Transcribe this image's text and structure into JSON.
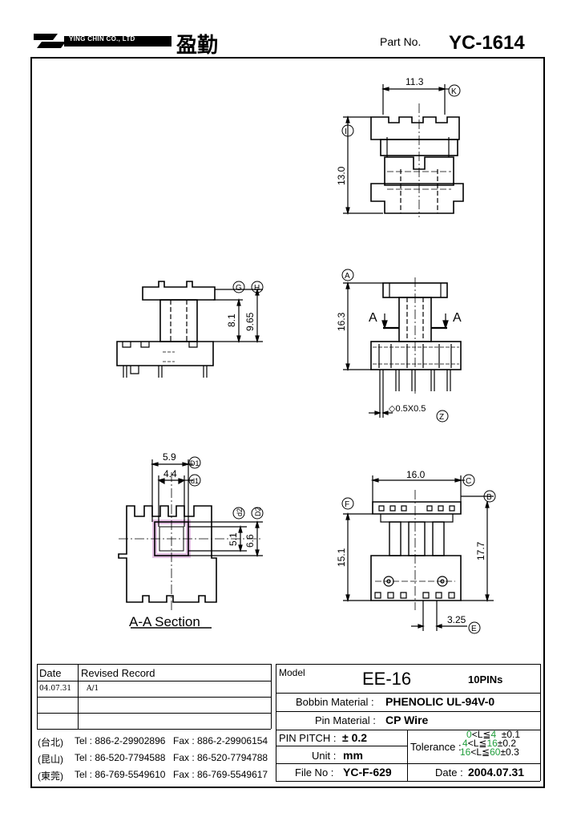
{
  "header": {
    "company": "YING CHIN CO., LTD",
    "brand_cn": "盈勤",
    "part_label": "Part  No.",
    "part_no": "YC-1614"
  },
  "top_view": {
    "width": "11.3",
    "height": "13.0",
    "ref_k": "K",
    "ref_i": "I"
  },
  "side_view": {
    "dim1": "8.1",
    "dim2": "9.65",
    "ref_g": "G",
    "ref_h": "H"
  },
  "front_view": {
    "height": "16.3",
    "ref_a": "A",
    "section_left": "A",
    "section_right": "A",
    "pin": "◇0.5X0.5",
    "ref_z": "Z"
  },
  "section_view": {
    "d1": "5.9",
    "d2": "4.4",
    "ref_D1": "D1",
    "ref_d1": "d1",
    "d3": "5.1",
    "d4": "6.6",
    "ref_d2": "d2",
    "ref_D2": "D2",
    "title": "A-A  Section"
  },
  "bottom_view": {
    "width": "16.0",
    "ref_c": "C",
    "ref_b": "B",
    "ref_f": "F",
    "h1": "15.1",
    "h2": "17.7",
    "pitch": "3.25",
    "ref_e": "E"
  },
  "record": {
    "col_date": "Date",
    "col_record": "Revised  Record",
    "rows": [
      {
        "date": "04.07.31",
        "rev": "A/1"
      }
    ],
    "contacts": [
      {
        "loc": "(台北)",
        "tel": "Tel : 886-2-29902896",
        "fax": "Fax : 886-2-29906154"
      },
      {
        "loc": "(昆山)",
        "tel": "Tel : 86-520-7794588",
        "fax": "Fax : 86-520-7794788"
      },
      {
        "loc": "(東莞)",
        "tel": "Tel : 86-769-5549610",
        "fax": "Fax : 86-769-5549617"
      }
    ]
  },
  "spec": {
    "model_label": "Model",
    "model": "EE-16",
    "pins": "10PINs",
    "bobbin_label": "Bobbin  Material :",
    "bobbin": "PHENOLIC UL-94V-0",
    "pin_mat_label": "Pin  Material :",
    "pin_mat": "CP Wire",
    "pitch_label": "PIN  PITCH :",
    "pitch": "± 0.2",
    "unit_label": "Unit :",
    "unit": "mm",
    "file_label": "File  No :",
    "file": "YC-F-629",
    "tolerance_label": "Tolerance :",
    "tol1_range_a": "0",
    "tol1_range_b": "<L≦",
    "tol1_range_c": "4",
    "tol1": "±0.1",
    "tol2_range_a": "4",
    "tol2_range_b": "<L≦",
    "tol2_range_c": "16",
    "tol2": "±0.2",
    "tol3_range_a": "16",
    "tol3_range_b": "<L≦",
    "tol3_range_c": "60",
    "tol3": "±0.3",
    "date_label": "Date :",
    "date": "2004.07.31"
  }
}
